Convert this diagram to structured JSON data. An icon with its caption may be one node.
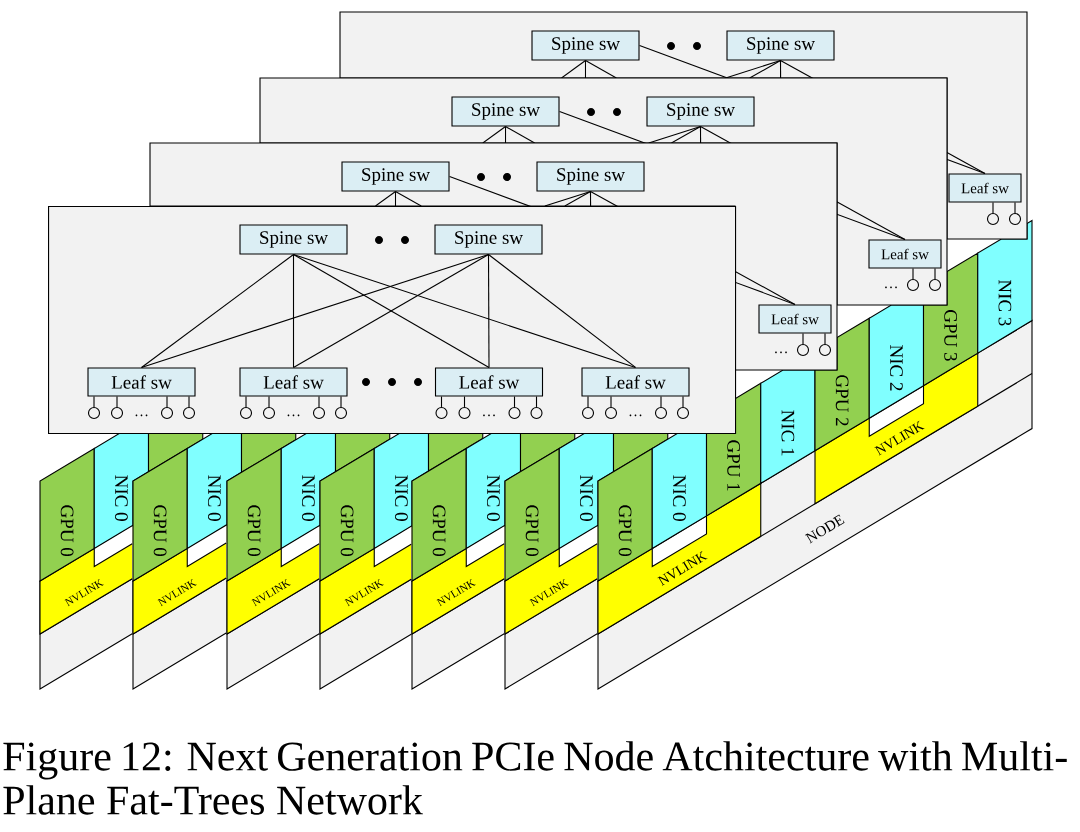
{
  "diagram": {
    "caption": "Figure 12: Next Generation PCIe Node Atchitecture with Multi-Plane Fat-Trees Network",
    "nodes": [
      {
        "text": [],
        "shape": "box"
      },
      {
        "text": [
          "Spine sw"
        ],
        "in": 0
      },
      {
        "text": [
          "Spine sw"
        ],
        "in": 0
      },
      {
        "text": [
          "Leaf sw"
        ],
        "in": 0
      },
      {
        "text": [],
        "shape": "circle",
        "in": 0
      },
      {
        "text": [],
        "shape": "circle",
        "in": 0
      },
      {
        "text": [],
        "shape": "box"
      },
      {
        "text": [
          "Spine sw"
        ],
        "in": 6
      },
      {
        "text": [
          "Spine sw"
        ],
        "in": 6
      },
      {
        "text": [
          "Leaf sw"
        ],
        "in": 6
      },
      {
        "text": [],
        "shape": "circle",
        "in": 6
      },
      {
        "text": [],
        "shape": "circle",
        "in": 6
      },
      {
        "text": [],
        "shape": "box"
      },
      {
        "text": [
          "Spine sw"
        ],
        "in": 12
      },
      {
        "text": [
          "Spine sw"
        ],
        "in": 12
      },
      {
        "text": [
          "Leaf sw"
        ],
        "in": 12
      },
      {
        "text": [],
        "shape": "circle",
        "in": 12
      },
      {
        "text": [],
        "shape": "circle",
        "in": 12
      },
      {
        "text": [],
        "shape": "box"
      },
      {
        "text": [
          "Spine sw"
        ],
        "in": 18
      },
      {
        "text": [
          "Spine sw"
        ],
        "in": 18
      },
      {
        "text": [
          "Leaf sw"
        ],
        "in": 18
      },
      {
        "text": [
          "Leaf sw"
        ],
        "in": 18
      },
      {
        "text": [
          "Leaf sw"
        ],
        "in": 18
      },
      {
        "text": [
          "Leaf sw"
        ],
        "in": 18
      },
      {
        "text": [],
        "shape": "circle",
        "in": 18
      },
      {
        "text": [],
        "shape": "circle",
        "in": 18
      },
      {
        "text": [],
        "shape": "circle",
        "in": 18
      },
      {
        "text": [],
        "shape": "circle",
        "in": 18
      },
      {
        "text": [],
        "shape": "circle",
        "in": 18
      },
      {
        "text": [],
        "shape": "circle",
        "in": 18
      },
      {
        "text": [],
        "shape": "circle",
        "in": 18
      },
      {
        "text": [],
        "shape": "circle",
        "in": 18
      },
      {
        "text": [],
        "shape": "circle",
        "in": 18
      },
      {
        "text": [],
        "shape": "circle",
        "in": 18
      },
      {
        "text": [],
        "shape": "circle",
        "in": 18
      },
      {
        "text": [],
        "shape": "circle",
        "in": 18
      },
      {
        "text": [],
        "shape": "circle",
        "in": 18
      },
      {
        "text": [],
        "shape": "circle",
        "in": 18
      },
      {
        "text": [],
        "shape": "circle",
        "in": 18
      },
      {
        "text": [],
        "shape": "circle",
        "in": 18
      },
      {
        "text": [],
        "shape": "box"
      },
      {
        "text": [
          "GPU 0"
        ]
      },
      {
        "text": [
          "NIC 0"
        ]
      },
      {
        "text": [
          "NVLINK"
        ],
        "in": 41
      },
      {
        "text": [],
        "shape": "box"
      },
      {
        "text": [
          "GPU 0"
        ]
      },
      {
        "text": [
          "NIC 0"
        ]
      },
      {
        "text": [
          "NVLINK"
        ],
        "in": 45
      },
      {
        "text": [],
        "shape": "box"
      },
      {
        "text": [
          "GPU 0"
        ]
      },
      {
        "text": [
          "NIC 0"
        ]
      },
      {
        "text": [
          "NVLINK"
        ],
        "in": 49
      },
      {
        "text": [],
        "shape": "box"
      },
      {
        "text": [
          "GPU 0"
        ]
      },
      {
        "text": [
          "NIC 0"
        ]
      },
      {
        "text": [
          "NVLINK"
        ],
        "in": 53
      },
      {
        "text": [],
        "shape": "box"
      },
      {
        "text": [
          "GPU 0"
        ]
      },
      {
        "text": [
          "NIC 0"
        ]
      },
      {
        "text": [
          "NVLINK"
        ],
        "in": 57
      },
      {
        "text": [],
        "shape": "box"
      },
      {
        "text": [
          "GPU 0"
        ]
      },
      {
        "text": [
          "NIC 0"
        ]
      },
      {
        "text": [
          "NVLINK"
        ],
        "in": 61
      },
      {
        "text": [
          "NODE"
        ]
      },
      {
        "text": [
          "GPU 0"
        ]
      },
      {
        "text": [
          "NIC 0"
        ]
      },
      {
        "text": [
          "GPU 1"
        ]
      },
      {
        "text": [
          "NIC 1"
        ]
      },
      {
        "text": [
          "GPU 2"
        ]
      },
      {
        "text": [
          "NIC 2"
        ]
      },
      {
        "text": [
          "GPU 3"
        ]
      },
      {
        "text": [
          "NIC 3"
        ]
      },
      {
        "text": [
          "NVLINK"
        ],
        "in": 65
      },
      {
        "text": [
          "NVLINK"
        ],
        "in": 65
      }
    ],
    "edges": [
      {
        "from": 1,
        "to": 6,
        "arrow": "none"
      },
      {
        "from": 1,
        "to": 6,
        "arrow": "none"
      },
      {
        "from": 1,
        "to": 6,
        "arrow": "none"
      },
      {
        "from": 1,
        "to": 3,
        "arrow": "none"
      },
      {
        "from": 2,
        "to": 6,
        "arrow": "none"
      },
      {
        "from": 2,
        "to": 6,
        "arrow": "none"
      },
      {
        "from": 2,
        "to": 6,
        "arrow": "none"
      },
      {
        "from": 2,
        "to": 3,
        "arrow": "none"
      },
      {
        "from": 3,
        "to": 4,
        "arrow": "none"
      },
      {
        "from": 3,
        "to": 5,
        "arrow": "none"
      },
      {
        "from": 7,
        "to": 12,
        "arrow": "none"
      },
      {
        "from": 7,
        "to": 12,
        "arrow": "none"
      },
      {
        "from": 7,
        "to": 12,
        "arrow": "none"
      },
      {
        "from": 7,
        "to": 9,
        "arrow": "none"
      },
      {
        "from": 8,
        "to": 12,
        "arrow": "none"
      },
      {
        "from": 8,
        "to": 12,
        "arrow": "none"
      },
      {
        "from": 8,
        "to": 12,
        "arrow": "none"
      },
      {
        "from": 8,
        "to": 9,
        "arrow": "none"
      },
      {
        "from": 9,
        "to": 10,
        "arrow": "none"
      },
      {
        "from": 9,
        "to": 11,
        "arrow": "none"
      },
      {
        "from": 13,
        "to": 18,
        "arrow": "none"
      },
      {
        "from": 13,
        "to": 18,
        "arrow": "none"
      },
      {
        "from": 13,
        "to": 18,
        "arrow": "none"
      },
      {
        "from": 13,
        "to": 15,
        "arrow": "none"
      },
      {
        "from": 14,
        "to": 18,
        "arrow": "none"
      },
      {
        "from": 14,
        "to": 18,
        "arrow": "none"
      },
      {
        "from": 14,
        "to": 18,
        "arrow": "none"
      },
      {
        "from": 14,
        "to": 15,
        "arrow": "none"
      },
      {
        "from": 15,
        "to": 16,
        "arrow": "none"
      },
      {
        "from": 15,
        "to": 17,
        "arrow": "none"
      },
      {
        "from": 19,
        "to": 21,
        "arrow": "none"
      },
      {
        "from": 19,
        "to": 22,
        "arrow": "none"
      },
      {
        "from": 19,
        "to": 23,
        "arrow": "none"
      },
      {
        "from": 19,
        "to": 24,
        "arrow": "none"
      },
      {
        "from": 20,
        "to": 21,
        "arrow": "none"
      },
      {
        "from": 20,
        "to": 22,
        "arrow": "none"
      },
      {
        "from": 20,
        "to": 23,
        "arrow": "none"
      },
      {
        "from": 20,
        "to": 24,
        "arrow": "none"
      },
      {
        "from": 21,
        "to": 25,
        "arrow": "none"
      },
      {
        "from": 21,
        "to": 26,
        "arrow": "none"
      },
      {
        "from": 21,
        "to": 27,
        "arrow": "none"
      },
      {
        "from": 21,
        "to": 28,
        "arrow": "none"
      },
      {
        "from": 22,
        "to": 29,
        "arrow": "none"
      },
      {
        "from": 22,
        "to": 30,
        "arrow": "none"
      },
      {
        "from": 22,
        "to": 31,
        "arrow": "none"
      },
      {
        "from": 22,
        "to": 32,
        "arrow": "none"
      },
      {
        "from": 23,
        "to": 33,
        "arrow": "none"
      },
      {
        "from": 23,
        "to": 34,
        "arrow": "none"
      },
      {
        "from": 23,
        "to": 35,
        "arrow": "none"
      },
      {
        "from": 23,
        "to": 36,
        "arrow": "none"
      },
      {
        "from": 24,
        "to": 37,
        "arrow": "none"
      },
      {
        "from": 24,
        "to": 38,
        "arrow": "none"
      },
      {
        "from": 24,
        "to": 39,
        "arrow": "none"
      },
      {
        "from": 24,
        "to": 40,
        "arrow": "none"
      }
    ],
    "labels": [
      "…",
      "…",
      "…",
      "…",
      "…",
      "…"
    ]
  }
}
